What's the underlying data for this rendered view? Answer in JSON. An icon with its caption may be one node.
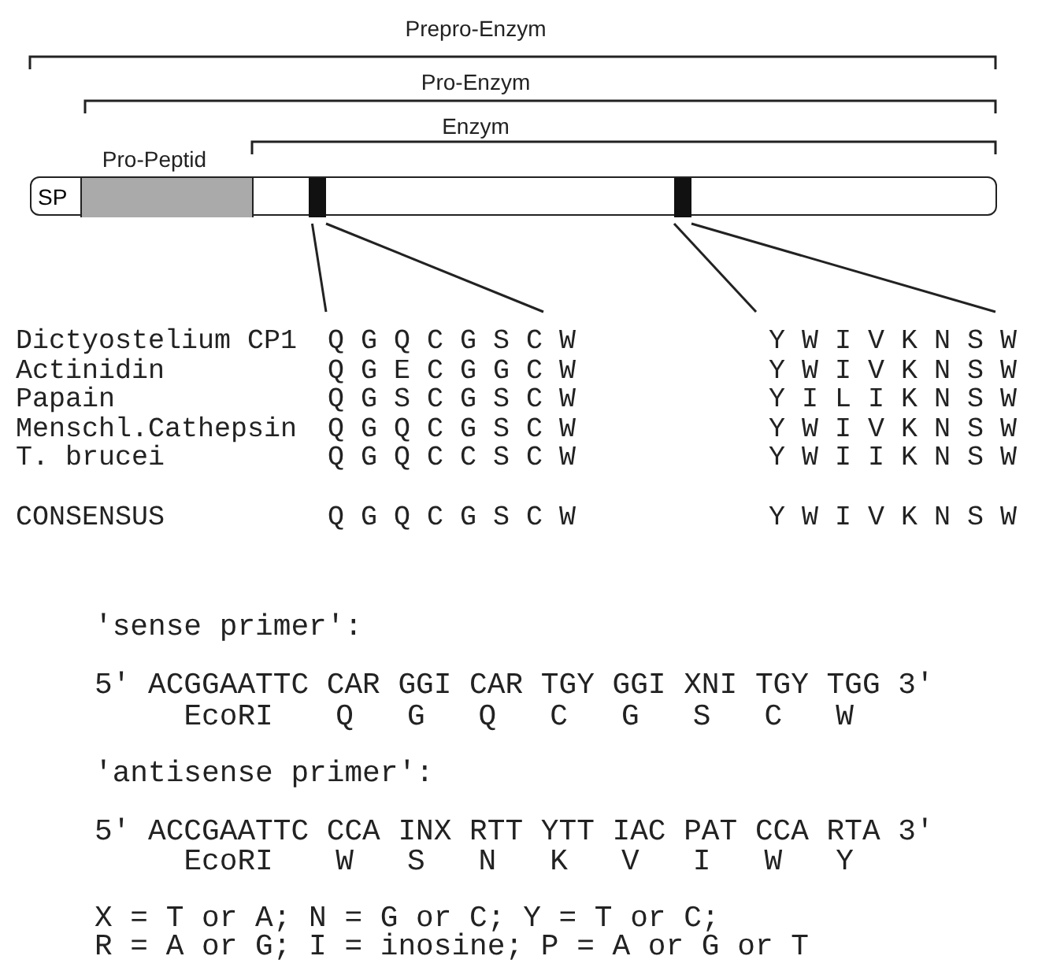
{
  "diagram": {
    "nodes": [
      {
        "text": [],
        "shape": "bar"
      },
      {
        "text": [
          "SP"
        ],
        "in": 0
      },
      {
        "text": [],
        "shape": "box",
        "in": 0
      },
      {
        "text": [],
        "shape": "bar",
        "in": 0
      },
      {
        "text": [],
        "shape": "bar",
        "in": 0
      }
    ],
    "edges": [
      {
        "from": 3,
        "to": null,
        "arrow": "none"
      },
      {
        "from": 3,
        "to": null,
        "arrow": "none"
      },
      {
        "from": 4,
        "to": null,
        "arrow": "none"
      },
      {
        "from": 4,
        "to": null,
        "arrow": "none"
      }
    ],
    "labels": [
      "Prepro-Enzym",
      "Pro-Enzym",
      "Enzym",
      "Pro-Peptid",
      "Dictyostelium CP1",
      "Q G Q C G S C W",
      "Y W I V K N S W",
      "Actinidin",
      "Q G E C G G C W",
      "Y W I V K N S W",
      "Papain",
      "Q G S C G S C W",
      "Y I L I K N S W",
      "Menschl.Cathepsin",
      "Q G Q C G S C W",
      "Y W I V K N S W",
      "T. brucei",
      "Q G Q C C S C W",
      "Y W I I K N S W",
      "CONSENSUS",
      "Q G Q C G S C W",
      "Y W I V K N S W",
      "'sense primer':",
      "5' ACGGAATTC CAR GGI CAR TGY GGI XNI TGY TGG 3'",
      "EcoRI",
      "Q",
      "G",
      "Q",
      "C",
      "G",
      "S",
      "C",
      "W",
      "'antisense primer':",
      "5' ACCGAATTC CCA INX RTT YTT IAC PAT CCA RTA 3'",
      "EcoRI",
      "W",
      "S",
      "N",
      "K",
      "V",
      "I",
      "W",
      "Y",
      "X = T or A; N = G or C; Y = T or C;",
      "R = A or G; I = inosine; P = A or G or T"
    ]
  }
}
